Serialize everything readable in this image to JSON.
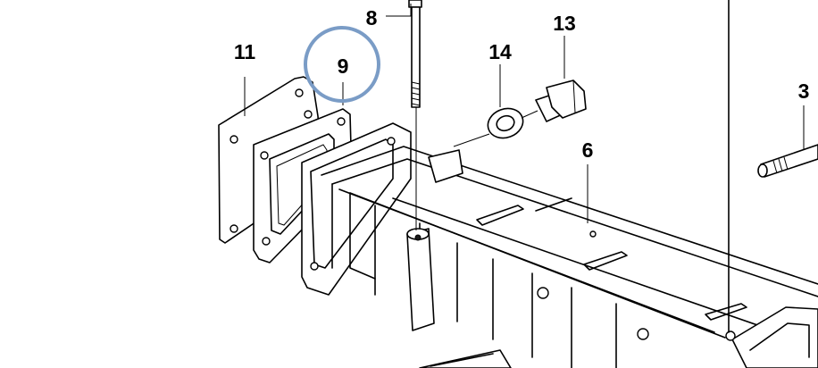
{
  "callouts": {
    "c11": "11",
    "c9": "9",
    "c8": "8",
    "c14": "14",
    "c13": "13",
    "c6": "6",
    "c3": "3"
  },
  "highlight": {
    "target": "9",
    "color": "#7a9cc6"
  }
}
